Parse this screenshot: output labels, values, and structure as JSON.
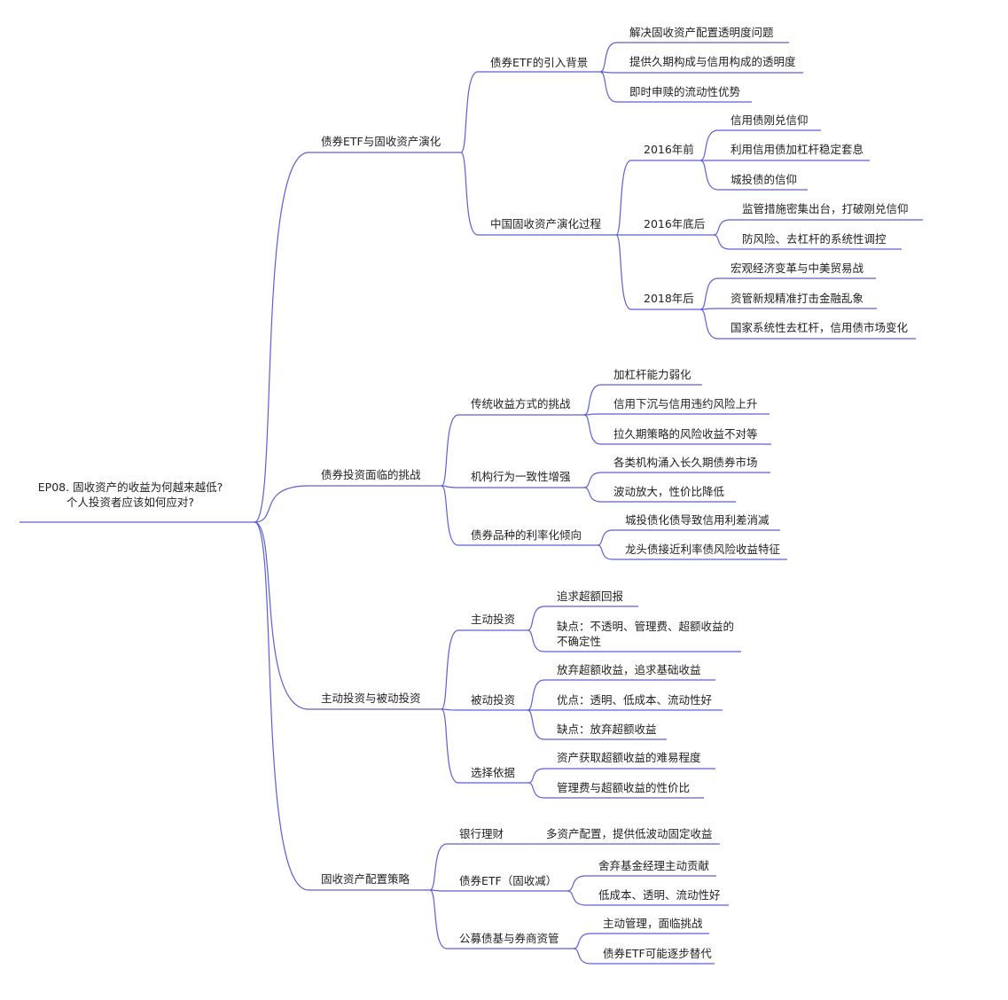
{
  "root": {
    "lines": [
      "EP08. 固收资产的收益为何越来越低?",
      "个人投资者应该如何应对?"
    ]
  },
  "branches": [
    {
      "label": "债券ETF与固收资产演化",
      "children": [
        {
          "label": "债券ETF的引入背景",
          "children": [
            {
              "label": "解决固收资产配置透明度问题"
            },
            {
              "label": "提供久期构成与信用构成的透明度"
            },
            {
              "label": "即时申赎的流动性优势"
            }
          ]
        },
        {
          "label": "中国固收资产演化过程",
          "children": [
            {
              "label": "2016年前",
              "children": [
                {
                  "label": "信用债刚兑信仰"
                },
                {
                  "label": "利用信用债加杠杆稳定套息"
                },
                {
                  "label": "城投债的信仰"
                }
              ]
            },
            {
              "label": "2016年底后",
              "children": [
                {
                  "label": "监管措施密集出台，打破刚兑信仰"
                },
                {
                  "label": "防风险、去杠杆的系统性调控"
                }
              ]
            },
            {
              "label": "2018年后",
              "children": [
                {
                  "label": "宏观经济变革与中美贸易战"
                },
                {
                  "label": "资管新规精准打击金融乱象"
                },
                {
                  "label": "国家系统性去杠杆，信用债市场变化"
                }
              ]
            }
          ]
        }
      ]
    },
    {
      "label": "债券投资面临的挑战",
      "children": [
        {
          "label": "传统收益方式的挑战",
          "children": [
            {
              "label": "加杠杆能力弱化"
            },
            {
              "label": "信用下沉与信用违约风险上升"
            },
            {
              "label": "拉久期策略的风险收益不对等"
            }
          ]
        },
        {
          "label": "机构行为一致性增强",
          "children": [
            {
              "label": "各类机构涌入长久期债券市场"
            },
            {
              "label": "波动放大，性价比降低"
            }
          ]
        },
        {
          "label": "债券品种的利率化倾向",
          "children": [
            {
              "label": "城投债化债导致信用利差消减"
            },
            {
              "label": "龙头债接近利率债风险收益特征"
            }
          ]
        }
      ]
    },
    {
      "label": "主动投资与被动投资",
      "children": [
        {
          "label": "主动投资",
          "children": [
            {
              "label": "追求超额回报"
            },
            {
              "label": "缺点：不透明、管理费、超额收益的\n不确定性"
            }
          ]
        },
        {
          "label": "被动投资",
          "children": [
            {
              "label": "放弃超额收益，追求基础收益"
            },
            {
              "label": "优点：透明、低成本、流动性好"
            },
            {
              "label": "缺点：放弃超额收益"
            }
          ]
        },
        {
          "label": "选择依据",
          "children": [
            {
              "label": "资产获取超额收益的难易程度"
            },
            {
              "label": "管理费与超额收益的性价比"
            }
          ]
        }
      ]
    },
    {
      "label": "固收资产配置策略",
      "children": [
        {
          "label": "银行理财",
          "children": [
            {
              "label": "多资产配置，提供低波动固定收益"
            }
          ]
        },
        {
          "label": "债券ETF（固收减）",
          "children": [
            {
              "label": "舍弃基金经理主动贡献"
            },
            {
              "label": "低成本、透明、流动性好"
            }
          ]
        },
        {
          "label": "公募债基与券商资管",
          "children": [
            {
              "label": "主动管理，面临挑战"
            },
            {
              "label": "债券ETF可能逐步替代"
            }
          ]
        }
      ]
    }
  ],
  "colors": {
    "line": "#5d5fd6",
    "text": "#222222",
    "background": "#ffffff"
  }
}
